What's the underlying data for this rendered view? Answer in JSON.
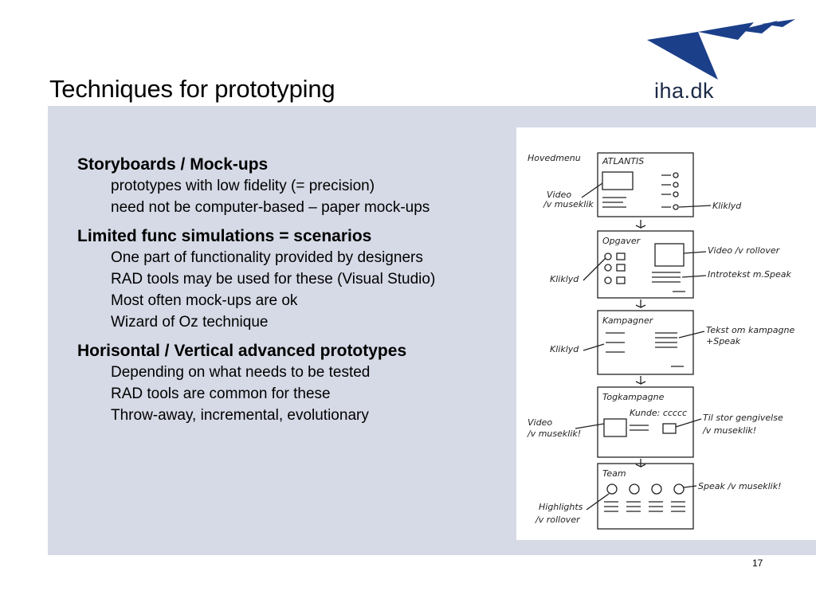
{
  "slide": {
    "title": "Techniques for prototyping",
    "page_number": "17"
  },
  "logo": {
    "text": "iha.dk",
    "color": "#1c3f8a"
  },
  "sections": [
    {
      "heading": "Storyboards / Mock-ups",
      "items": [
        "prototypes with low fidelity (= precision)",
        "need not be computer-based – paper mock-ups"
      ]
    },
    {
      "heading": "Limited func simulations = scenarios",
      "items": [
        "One part of functionality provided by designers",
        "RAD tools may be used for these (Visual Studio)",
        "Most often mock-ups are ok",
        "Wizard of Oz technique"
      ]
    },
    {
      "heading": "Horisontal / Vertical advanced prototypes",
      "items": [
        "Depending on what needs to be tested",
        "RAD tools are common for these",
        "Throw-away, incremental, evolutionary"
      ]
    }
  ],
  "storyboard": {
    "frames": [
      {
        "title": "ATLANTIS",
        "left_label": "Hovedmenu"
      },
      {
        "title": "Opgaver"
      },
      {
        "title": "Kampagner"
      },
      {
        "title": "Togkampagne",
        "inner_label": "Kunde: ccccc"
      },
      {
        "title": "Team"
      }
    ],
    "annotations": {
      "video_1": "Video",
      "video_1b": "/v museklik",
      "kliklyd_1": "Kliklyd",
      "video_rollover": "Video /v rollover",
      "kliklyd_2": "Kliklyd",
      "introtekst": "Introtekst m.Speak",
      "tekst_kampagne": "Tekst om kampagne",
      "tekst_kampagne_b": "+Speak",
      "kliklyd_3": "Kliklyd",
      "video_2": "Video",
      "video_2b": "/v museklik!",
      "til_stor": "Til stor gengivelse",
      "til_stor_b": "/v museklik!",
      "speak_klik": "Speak /v museklik!",
      "highlights": "Highlights",
      "highlights_b": "/v rollover"
    }
  }
}
